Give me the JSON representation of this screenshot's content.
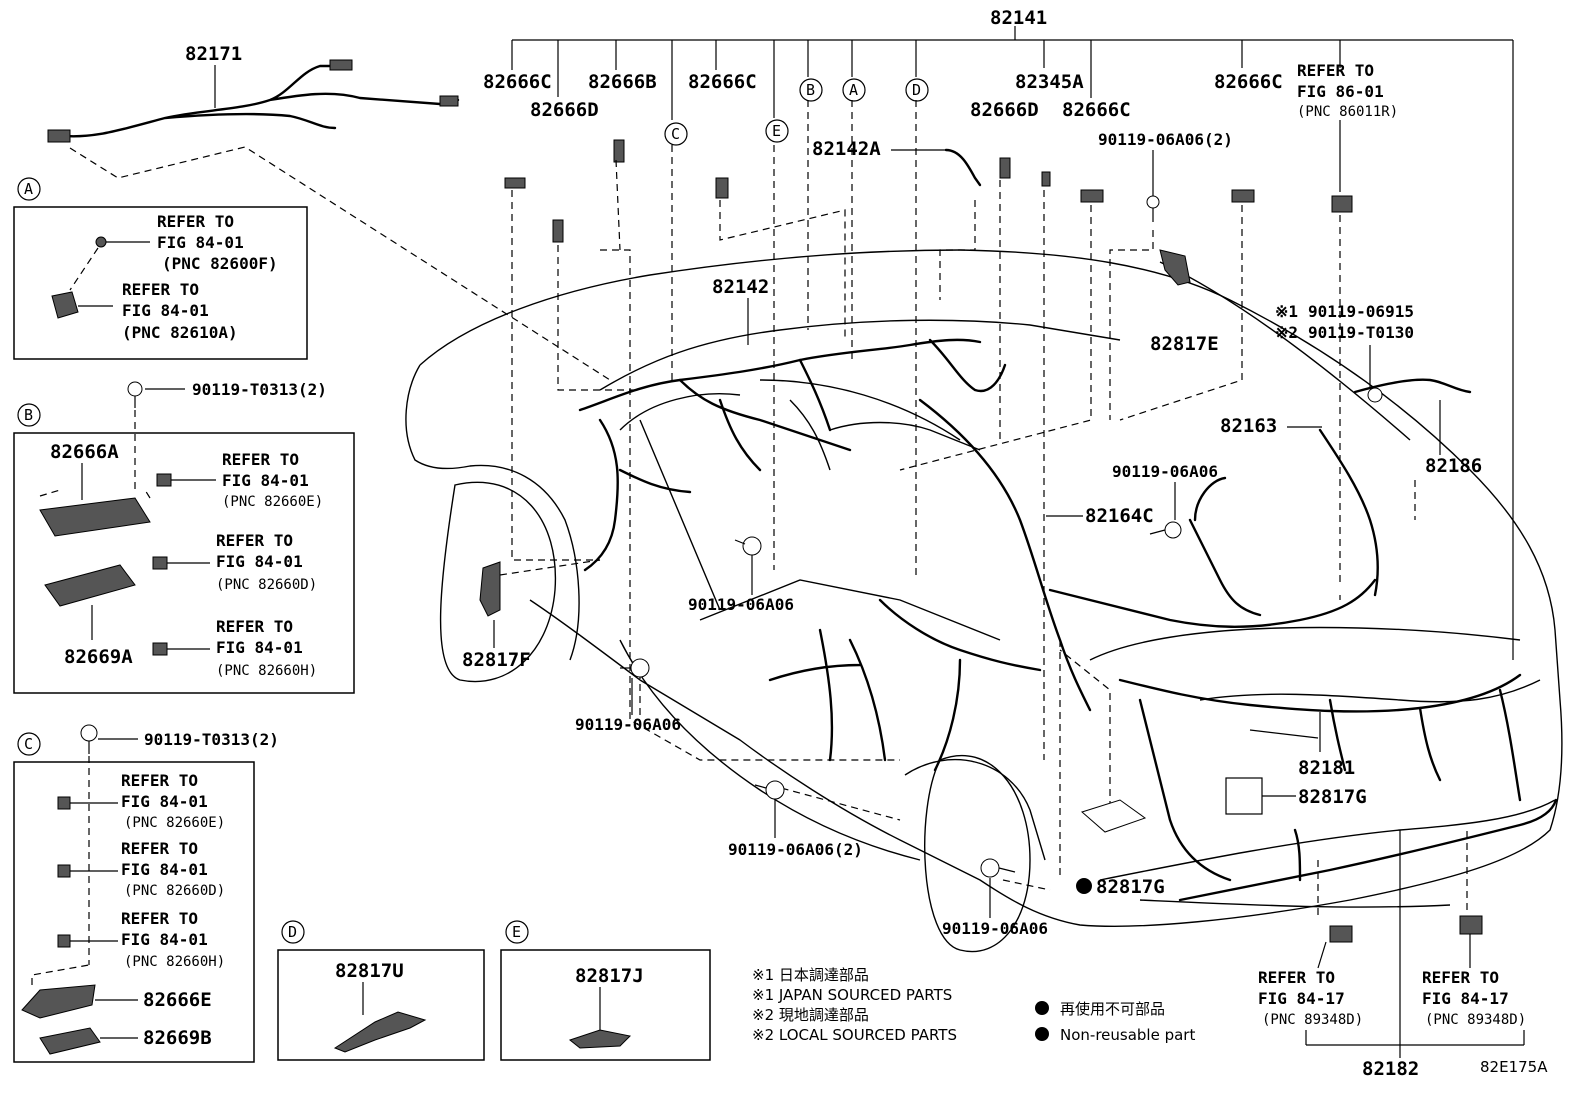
{
  "labels": {
    "p82141": "82141",
    "p82171": "82171",
    "p82666C_1": "82666C",
    "p82666D_1": "82666D",
    "p82666B": "82666B",
    "p82666C_2": "82666C",
    "p82142A": "82142A",
    "p82666D_2": "82666D",
    "p82345A": "82345A",
    "p82666C_3": "82666C",
    "p82666C_4": "82666C",
    "bolt_a06_2_top": "90119-06A06(2)",
    "p82142": "82142",
    "p82817E": "82817E",
    "bolt_06915": "90119-06915",
    "bolt_t0130": "90119-T0130",
    "p82163": "82163",
    "p82186": "82186",
    "bolt_a06_right": "90119-06A06",
    "p82164C": "82164C",
    "bolt_a06_center": "90119-06A06",
    "p82817F": "82817F",
    "bolt_a06_left": "90119-06A06",
    "bolt_a06_2_bottom": "90119-06A06(2)",
    "bolt_a06_bottom": "90119-06A06",
    "p82181": "82181",
    "p82817G_1": "82817G",
    "p82817G_2": "82817G",
    "p82182": "82182",
    "fig_code": "82E175A"
  },
  "ref_top_right": {
    "l1": "REFER TO",
    "l2": "FIG 86-01",
    "pnc": "(PNC 86011R)"
  },
  "ref_bottom_1": {
    "l1": "REFER TO",
    "l2": "FIG 84-17",
    "pnc": "(PNC 89348D)"
  },
  "ref_bottom_2": {
    "l1": "REFER TO",
    "l2": "FIG 84-17",
    "pnc": "(PNC 89348D)"
  },
  "callouts": {
    "a": "A",
    "b": "B",
    "c": "C",
    "d": "D",
    "e": "E"
  },
  "marks": {
    "m1": "※1",
    "m2": "※2"
  },
  "box_a": {
    "tag": "A",
    "r1": {
      "l1": "REFER TO",
      "l2": "FIG 84-01",
      "pnc": "(PNC 82600F)"
    },
    "r2": {
      "l1": "REFER TO",
      "l2": "FIG 84-01",
      "pnc": "(PNC 82610A)"
    }
  },
  "box_b": {
    "tag": "B",
    "bolt": "90119-T0313(2)",
    "p1": "82666A",
    "p2": "82669A",
    "r1": {
      "l1": "REFER TO",
      "l2": "FIG 84-01",
      "pnc": "(PNC 82660E)"
    },
    "r2": {
      "l1": "REFER TO",
      "l2": "FIG 84-01",
      "pnc": "(PNC 82660D)"
    },
    "r3": {
      "l1": "REFER TO",
      "l2": "FIG 84-01",
      "pnc": "(PNC 82660H)"
    }
  },
  "box_c": {
    "tag": "C",
    "bolt": "90119-T0313(2)",
    "r1": {
      "l1": "REFER TO",
      "l2": "FIG 84-01",
      "pnc": "(PNC 82660E)"
    },
    "r2": {
      "l1": "REFER TO",
      "l2": "FIG 84-01",
      "pnc": "(PNC 82660D)"
    },
    "r3": {
      "l1": "REFER TO",
      "l2": "FIG 84-01",
      "pnc": "(PNC 82660H)"
    },
    "p1": "82666E",
    "p2": "82669B"
  },
  "box_d": {
    "tag": "D",
    "part": "82817U"
  },
  "box_e": {
    "tag": "E",
    "part": "82817J"
  },
  "legend": {
    "l1": "※1 日本調達部品",
    "l2": "※1 JAPAN SOURCED PARTS",
    "l3": "※2 現地調達部品",
    "l4": "※2 LOCAL SOURCED PARTS",
    "dot1": "再使用不可部品",
    "dot2": "Non-reusable part"
  }
}
